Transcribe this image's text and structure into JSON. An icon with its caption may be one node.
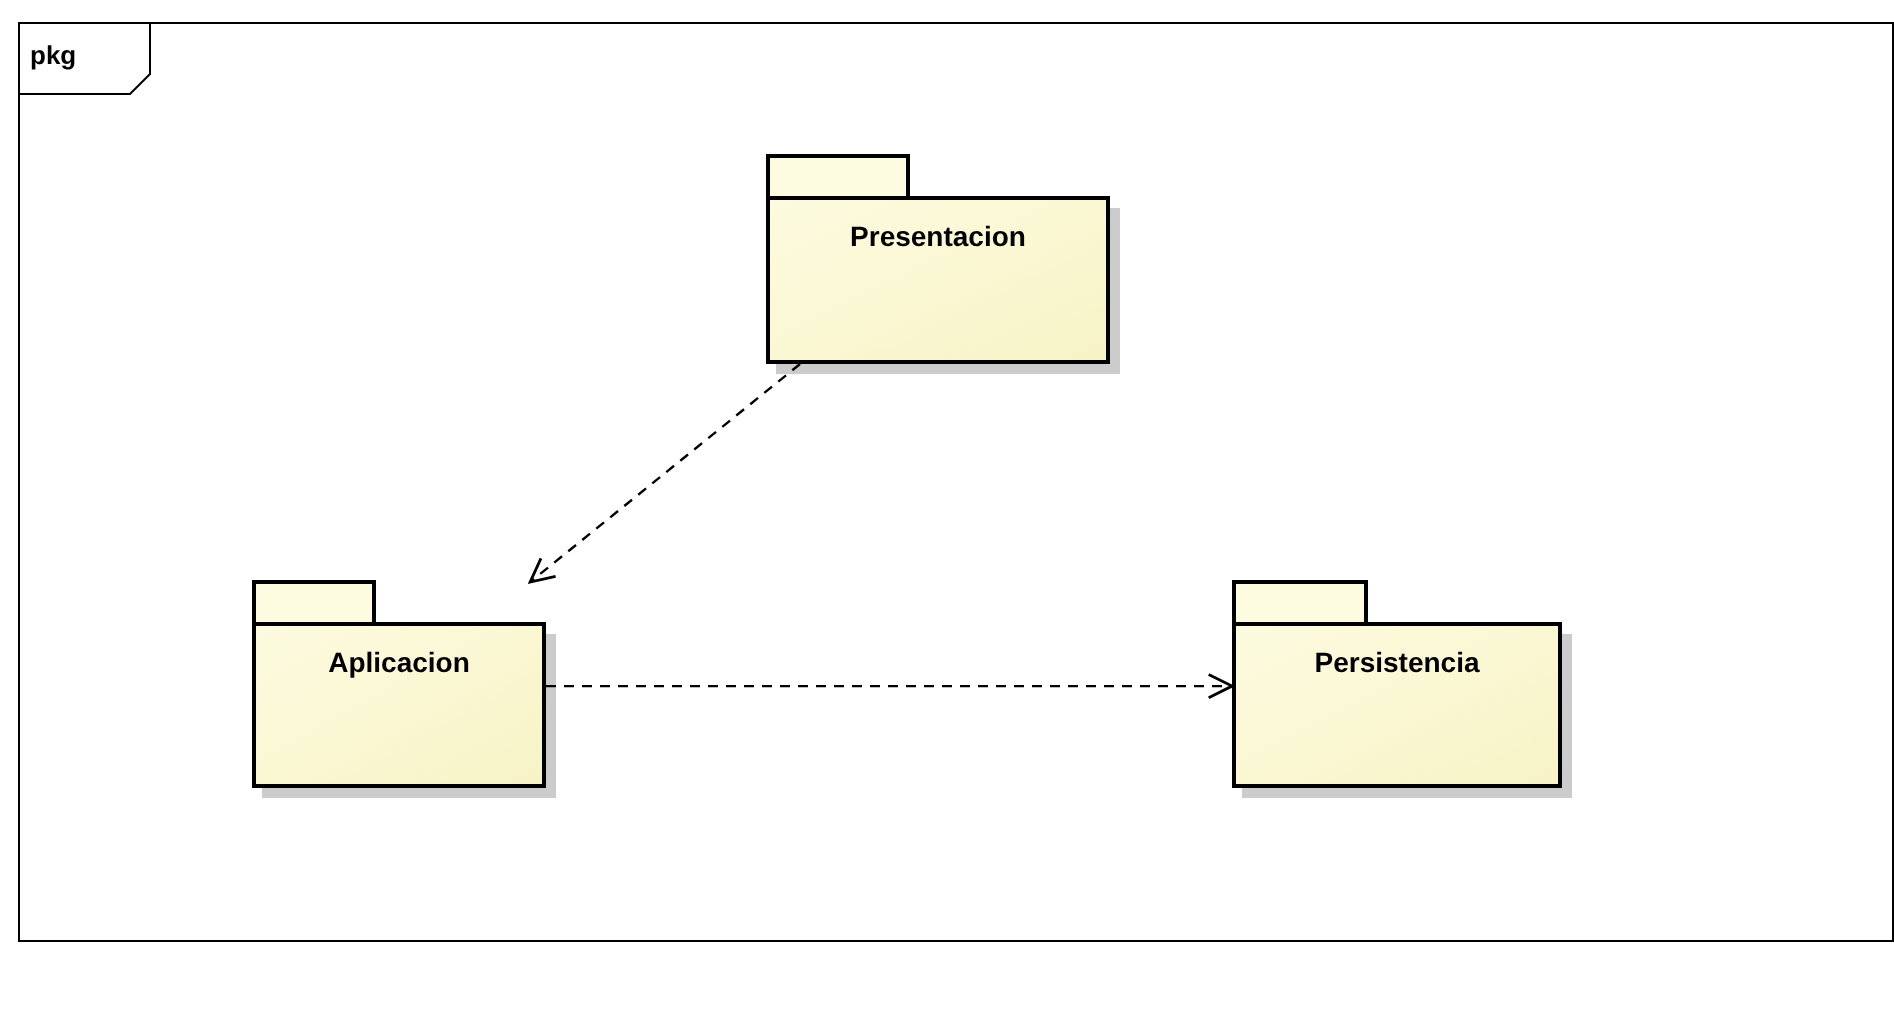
{
  "diagram": {
    "nodes": [
      {
        "text": [
          "pkg"
        ]
      },
      {
        "text": [
          "Presentacion"
        ],
        "in": 0
      },
      {
        "text": [
          "Aplicacion"
        ],
        "in": 0
      },
      {
        "text": [
          "Persistencia"
        ],
        "in": 0
      }
    ],
    "edges": [
      {
        "from": 1,
        "to": 2,
        "arrow": "to",
        "style": "dashed"
      },
      {
        "from": 2,
        "to": 3,
        "arrow": "to",
        "style": "dashed"
      }
    ]
  }
}
